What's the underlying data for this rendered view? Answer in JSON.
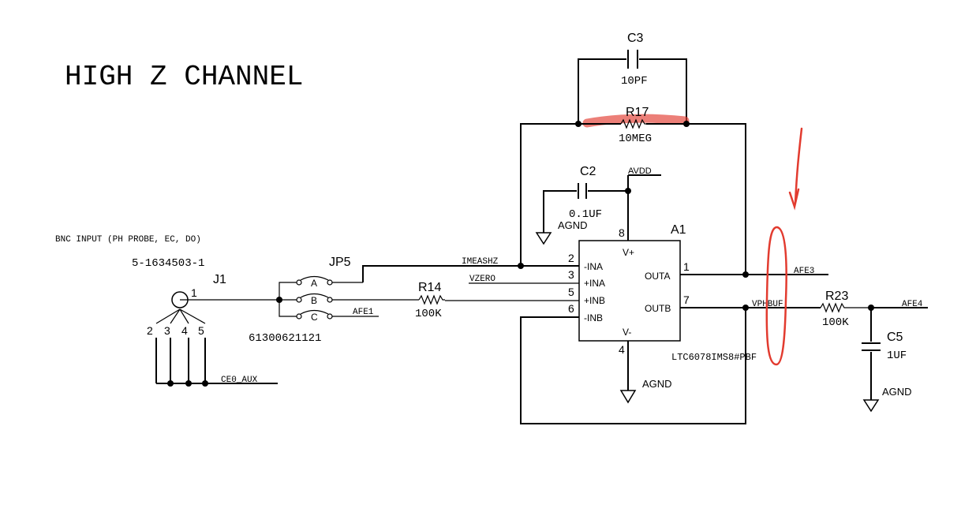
{
  "title": "HIGH Z CHANNEL",
  "connector": {
    "ref": "J1",
    "description": "BNC INPUT (PH PROBE, EC, DO)",
    "part_number": "5-1634503-1",
    "pins": [
      "1",
      "2",
      "3",
      "4",
      "5"
    ]
  },
  "jumper": {
    "ref": "JP5",
    "part_number": "61300621121",
    "positions": [
      "A",
      "B",
      "C"
    ]
  },
  "opamp": {
    "ref": "A1",
    "part_number": "LTC6078IMS8#PBF",
    "pins": {
      "inA_neg": {
        "num": "2",
        "label": "-INA"
      },
      "inA_pos": {
        "num": "3",
        "label": "+INA"
      },
      "inB_pos": {
        "num": "5",
        "label": "+INB"
      },
      "inB_neg": {
        "num": "6",
        "label": "-INB"
      },
      "outA": {
        "num": "1",
        "label": "OUTA"
      },
      "outB": {
        "num": "7",
        "label": "OUTB"
      },
      "vplus": {
        "num": "8",
        "label": "V+"
      },
      "vminus": {
        "num": "4",
        "label": "V-"
      }
    }
  },
  "components": {
    "c3": {
      "ref": "C3",
      "value": "10PF"
    },
    "r17": {
      "ref": "R17",
      "value": "10MEG"
    },
    "c2": {
      "ref": "C2",
      "value": "0.1UF"
    },
    "r14": {
      "ref": "R14",
      "value": "100K"
    },
    "r23": {
      "ref": "R23",
      "value": "100K"
    },
    "c5": {
      "ref": "C5",
      "value": "1UF"
    }
  },
  "nets": {
    "imeashz": "IMEASHZ",
    "vzero": "VZERO",
    "afe1": "AFE1",
    "afe3": "AFE3",
    "vphbuf": "VPHBUF",
    "afe4": "AFE4",
    "avdd": "AVDD",
    "ce0_aux": "CE0_AUX",
    "agnd": "AGND"
  },
  "annotations": {
    "highlight_color": "#e23b2f"
  }
}
